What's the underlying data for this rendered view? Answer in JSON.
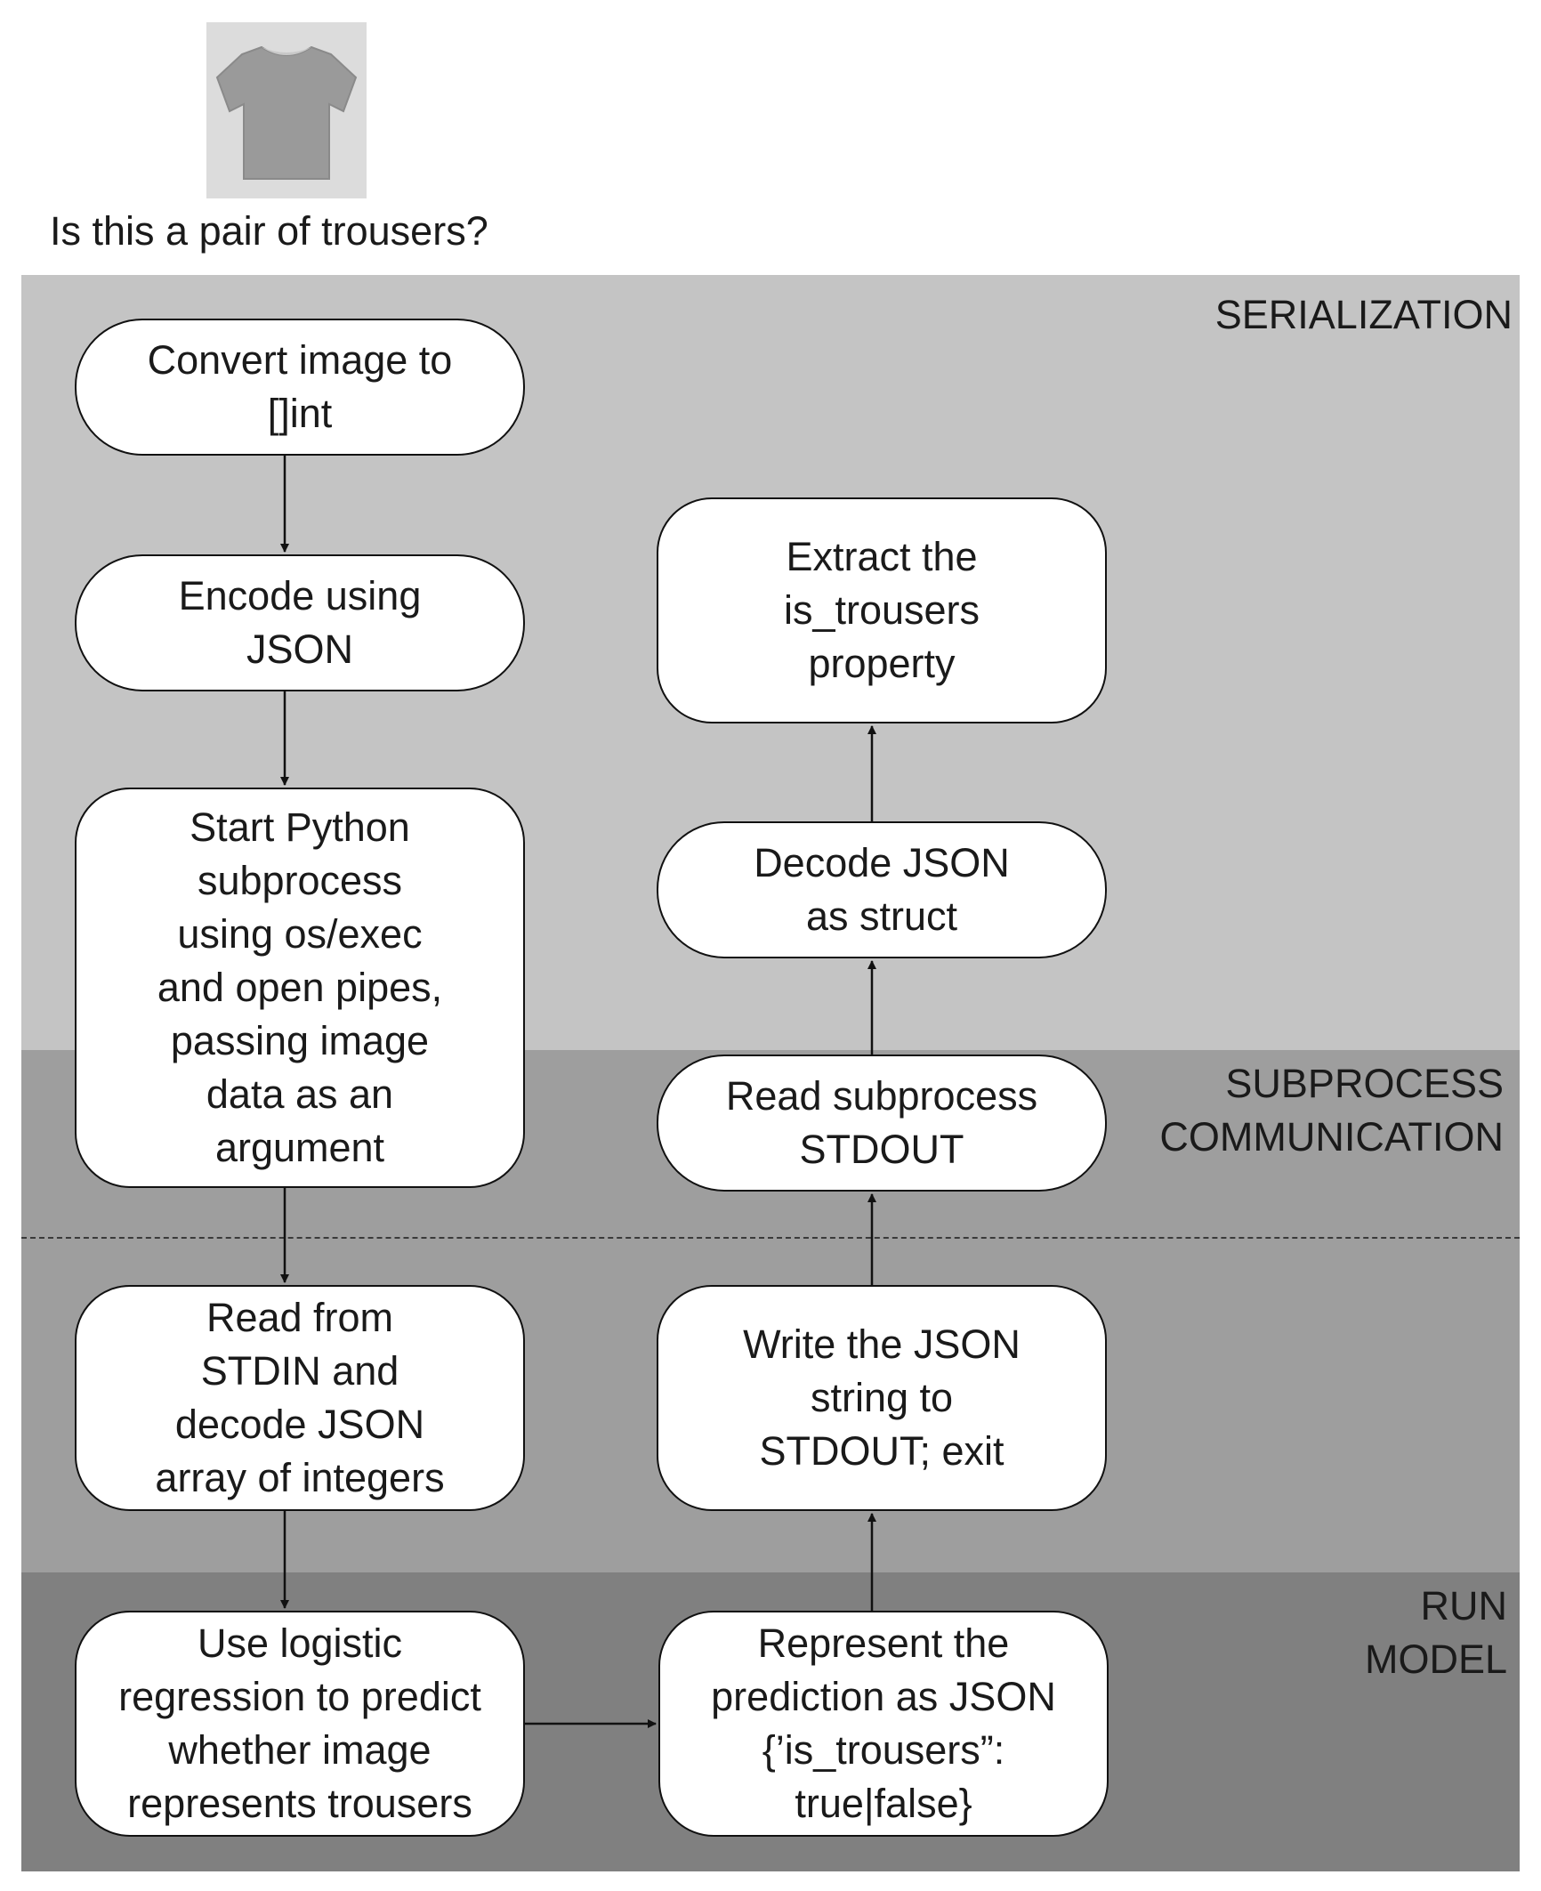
{
  "header": {
    "image_alt": "t-shirt",
    "question": "Is this a pair of trousers?"
  },
  "sections": {
    "serialization": "SERIALIZATION",
    "subprocess": "SUBPROCESS\nCOMMUNICATION",
    "run_model": "RUN\nMODEL"
  },
  "steps": {
    "convert": "Convert image to\n[]int",
    "encode": "Encode using\nJSON",
    "start_python": "Start Python\nsubprocess\nusing os/exec\nand open pipes,\npassing image\ndata as an\nargument",
    "read_stdin": "Read from\nSTDIN and\ndecode JSON\narray of integers",
    "logistic": "Use logistic\nregression to predict\nwhether image\nrepresents trousers",
    "represent": "Represent the\nprediction as JSON\n{’is_trousers”:\ntrue|false}",
    "write_json": "Write the JSON\nstring to\nSTDOUT; exit",
    "read_stdout": "Read subprocess\nSTDOUT",
    "decode_struct": "Decode JSON\nas struct",
    "extract": "Extract the\nis_trousers\nproperty"
  },
  "colors": {
    "serialization_band": "#c4c4c4",
    "subprocess_band": "#9e9e9e",
    "run_model_band": "#808080"
  }
}
